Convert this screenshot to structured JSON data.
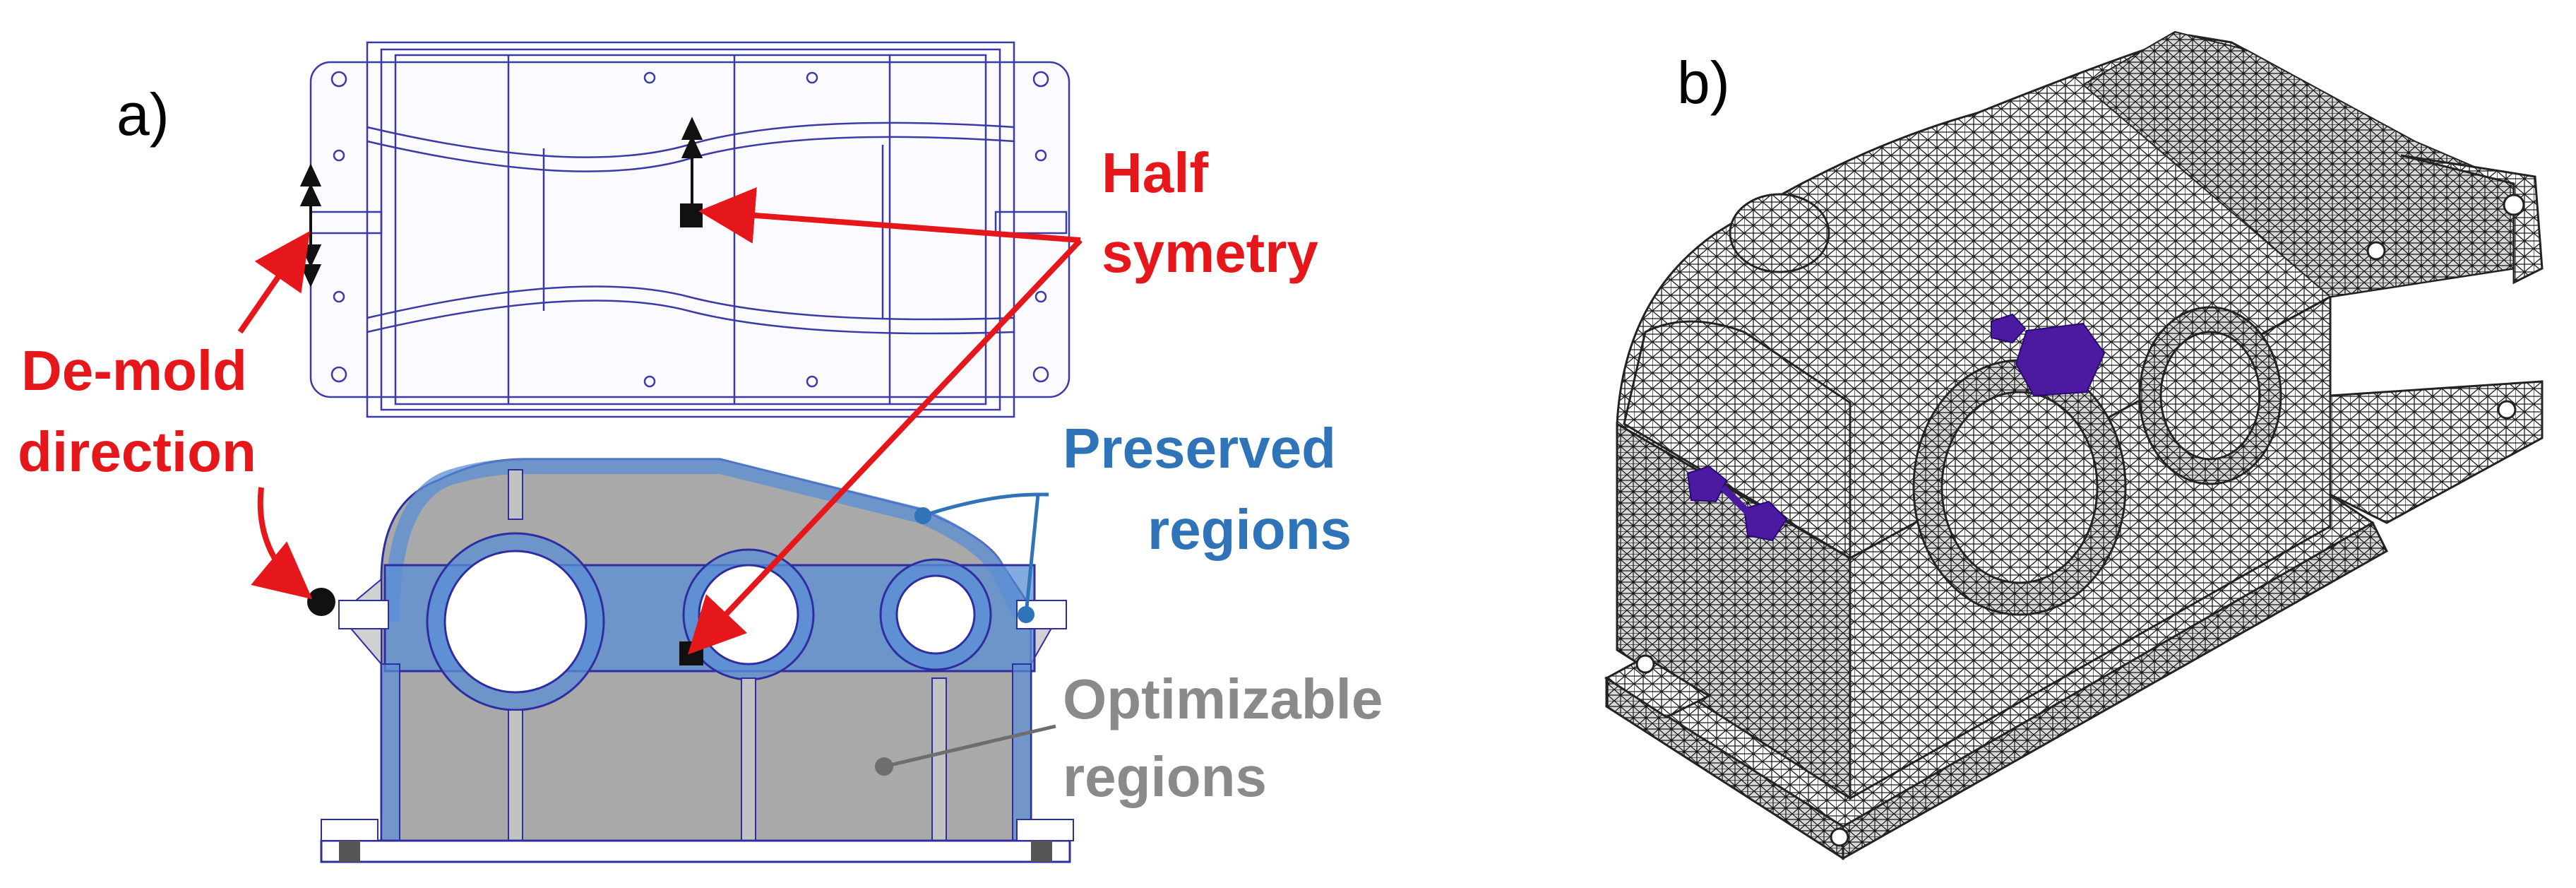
{
  "panels": {
    "a": {
      "label": "a)"
    },
    "b": {
      "label": "b)"
    }
  },
  "annotations": {
    "demold": {
      "line1": "De-mold",
      "line2": "direction"
    },
    "symmetry": {
      "line1": "Half",
      "line2": "symetry"
    },
    "preserved": {
      "line1": "Preserved",
      "line2": "regions"
    },
    "optimizable": {
      "line1": "Optimizable",
      "line2": "regions"
    }
  },
  "colors": {
    "annotation_red": "#e5171b",
    "preserved_blue": "#2f73b8",
    "optimizable_gray": "#8a8a8a",
    "outline_navy": "#3a3aa8",
    "mesh_marker_purple": "#4b1aa0"
  }
}
